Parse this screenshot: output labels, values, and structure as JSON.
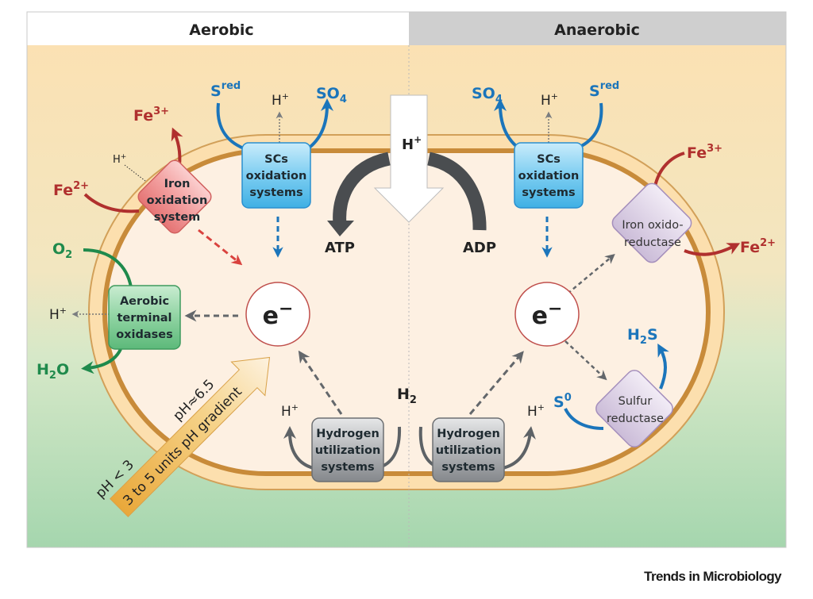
{
  "figure": {
    "panels": {
      "left_header": "Aerobic",
      "right_header": "Anaerobic"
    },
    "colors": {
      "iron": "#b0302e",
      "sulfur": "#1b75bb",
      "oxygen": "#1f8a4c",
      "hydrogen": "#5d6266",
      "membrane": "#c88b3a",
      "aerobic_header_bg": "#ffffff",
      "anaerobic_header_bg": "#cfcfcf",
      "env_top": "#fbe3b8",
      "env_bottom": "#a9d7b2",
      "cytoplasm": "#fdf0e2"
    },
    "atp_synthase": {
      "proton": "H",
      "proton_charge": "+",
      "atp": "ATP",
      "adp": "ADP"
    },
    "left": {
      "iron_oxidation": {
        "box": [
          "Iron",
          "oxidation",
          "system"
        ],
        "fe_in": "Fe",
        "fe_in_charge": "2+",
        "fe_out": "Fe",
        "fe_out_charge": "3+",
        "proton": "H",
        "proton_charge": "+"
      },
      "scs_oxidation": {
        "box": [
          "SCs",
          "oxidation",
          "systems"
        ],
        "s_in": "S",
        "s_in_sup": "red",
        "s_out": "SO",
        "s_out_sub": "4",
        "proton": "H",
        "proton_charge": "+"
      },
      "terminal_oxidases": {
        "box": [
          "Aerobic",
          "terminal",
          "oxidases"
        ],
        "o2": "O",
        "o2_sub": "2",
        "h2o_h": "H",
        "h2o_sub": "2",
        "h2o_o": "O",
        "proton": "H",
        "proton_charge": "+"
      },
      "electron": {
        "symbol": "e",
        "charge": "−"
      },
      "hydrogen_utilization": {
        "box": [
          "Hydrogen",
          "utilization",
          "systems"
        ],
        "proton": "H",
        "proton_charge": "+"
      },
      "ph_gradient": {
        "label": "3 to 5 units pH gradient",
        "inside": "pH≈6.5",
        "outside": "pH < 3"
      }
    },
    "center": {
      "h2": "H",
      "h2_sub": "2"
    },
    "right": {
      "scs_oxidation": {
        "box": [
          "SCs",
          "oxidation",
          "systems"
        ],
        "s_in": "S",
        "s_in_sup": "red",
        "s_out": "SO",
        "s_out_sub": "4",
        "proton": "H",
        "proton_charge": "+"
      },
      "iron_reductase": {
        "box": [
          "Iron oxido-",
          "reductase"
        ],
        "fe_in": "Fe",
        "fe_in_charge": "3+",
        "fe_out": "Fe",
        "fe_out_charge": "2+"
      },
      "electron": {
        "symbol": "e",
        "charge": "−"
      },
      "sulfur_reductase": {
        "box": [
          "Sulfur",
          "reductase"
        ],
        "s_in": "S",
        "s_in_sup": "0",
        "s_out_h": "H",
        "s_out_sub": "2",
        "s_out_s": "S"
      },
      "hydrogen_utilization": {
        "box": [
          "Hydrogen",
          "utilization",
          "systems"
        ],
        "proton": "H",
        "proton_charge": "+"
      }
    },
    "credit": "Trends in Microbiology"
  }
}
